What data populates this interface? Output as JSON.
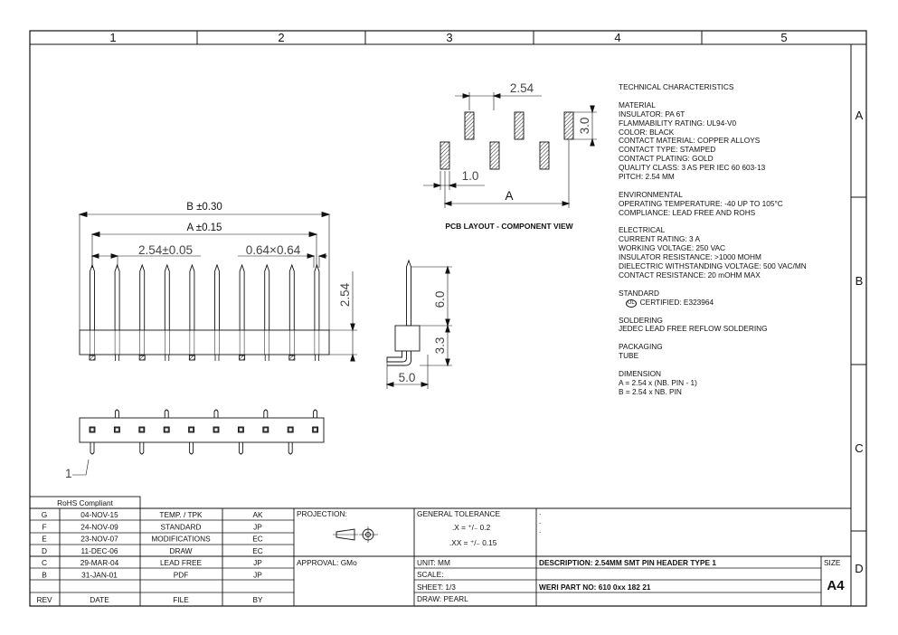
{
  "frame": {
    "cols": [
      "1",
      "2",
      "3",
      "4",
      "5"
    ],
    "rows": [
      "A",
      "B",
      "C",
      "D"
    ]
  },
  "pin_header_front": {
    "dim_b": "B ±0.30",
    "dim_a": "A ±0.15",
    "pitch": "2.54±0.05",
    "pin_size": "0.64×0.64",
    "height": "2.54"
  },
  "side_view": {
    "upper": "6.0",
    "lower": "3.3",
    "width": "5.0"
  },
  "pcb_layout": {
    "pitch": "2.54",
    "pad_len": "3.0",
    "pad_w": "1.0",
    "span": "A",
    "caption": "PCB LAYOUT - COMPONENT VIEW"
  },
  "bottom_view": {
    "pin1": "1"
  },
  "tech": {
    "title": "TECHNICAL CHARACTERISTICS",
    "material_header": "MATERIAL",
    "material": [
      "INSULATOR: PA 6T",
      "FLAMMABILITY RATING: UL94-V0",
      "COLOR: BLACK",
      "CONTACT MATERIAL: COPPER ALLOYS",
      "CONTACT TYPE: STAMPED",
      "CONTACT PLATING: GOLD",
      "QUALITY CLASS: 3 AS PER IEC 60 603-13",
      "PITCH: 2.54 MM"
    ],
    "env_header": "ENVIRONMENTAL",
    "env": [
      "OPERATING TEMPERATURE: -40 UP TO 105°C",
      "COMPLIANCE: LEAD FREE AND ROHS"
    ],
    "elec_header": "ELECTRICAL",
    "elec": [
      "CURRENT RATING: 3 A",
      "WORKING VOLTAGE: 250 VAC",
      "INSULATOR RESISTANCE: >1000 MOHM",
      "DIELECTRIC WITHSTANDING VOLTAGE: 500 VAC/MN",
      "CONTACT RESISTANCE: 20 mOHM MAX"
    ],
    "std_header": "STANDARD",
    "std": "CERTIFIED: E323964",
    "ul_mark": "UL",
    "sold_header": "SOLDERING",
    "sold": "JEDEC LEAD FREE REFLOW SOLDERING",
    "pack_header": "PACKAGING",
    "pack": "TUBE",
    "dim_header": "DIMENSION",
    "dim": [
      "A = 2.54 x (NB. PIN - 1)",
      "B = 2.54 x NB. PIN"
    ]
  },
  "title_block": {
    "rohs": "RoHS Compliant",
    "revisions": [
      {
        "rev": "G",
        "date": "04-NOV-15",
        "file": "TEMP. / TPK",
        "by": "AK"
      },
      {
        "rev": "F",
        "date": "24-NOV-09",
        "file": "STANDARD",
        "by": "JP"
      },
      {
        "rev": "E",
        "date": "23-NOV-07",
        "file": "MODIFICATIONS",
        "by": "EC"
      },
      {
        "rev": "D",
        "date": "11-DEC-06",
        "file": "DRAW",
        "by": "EC"
      },
      {
        "rev": "C",
        "date": "29-MAR-04",
        "file": "LEAD FREE",
        "by": "JP"
      },
      {
        "rev": "B",
        "date": "31-JAN-01",
        "file": "PDF",
        "by": "JP"
      }
    ],
    "header": {
      "rev": "REV",
      "date": "DATE",
      "file": "FILE",
      "by": "BY"
    },
    "projection": "PROJECTION:",
    "approval": "APPROVAL: GMo",
    "general_tolerance": "GENERAL TOLERANCE",
    "tol_x": ".X = ⁺/₋ 0.2",
    "tol_xx": ".XX = ⁺/₋ 0.15",
    "dots": [
      ".",
      ".",
      "."
    ],
    "unit": "UNIT: MM",
    "scale": "SCALE:",
    "sheet": "SHEET: 1/3",
    "draw": "DRAW: PEARL",
    "description": "DESCRIPTION: 2.54MM SMT PIN HEADER TYPE 1",
    "part_no": "WERI PART NO: 610 0xx 182 21",
    "size_label": "SIZE",
    "size": "A4"
  }
}
